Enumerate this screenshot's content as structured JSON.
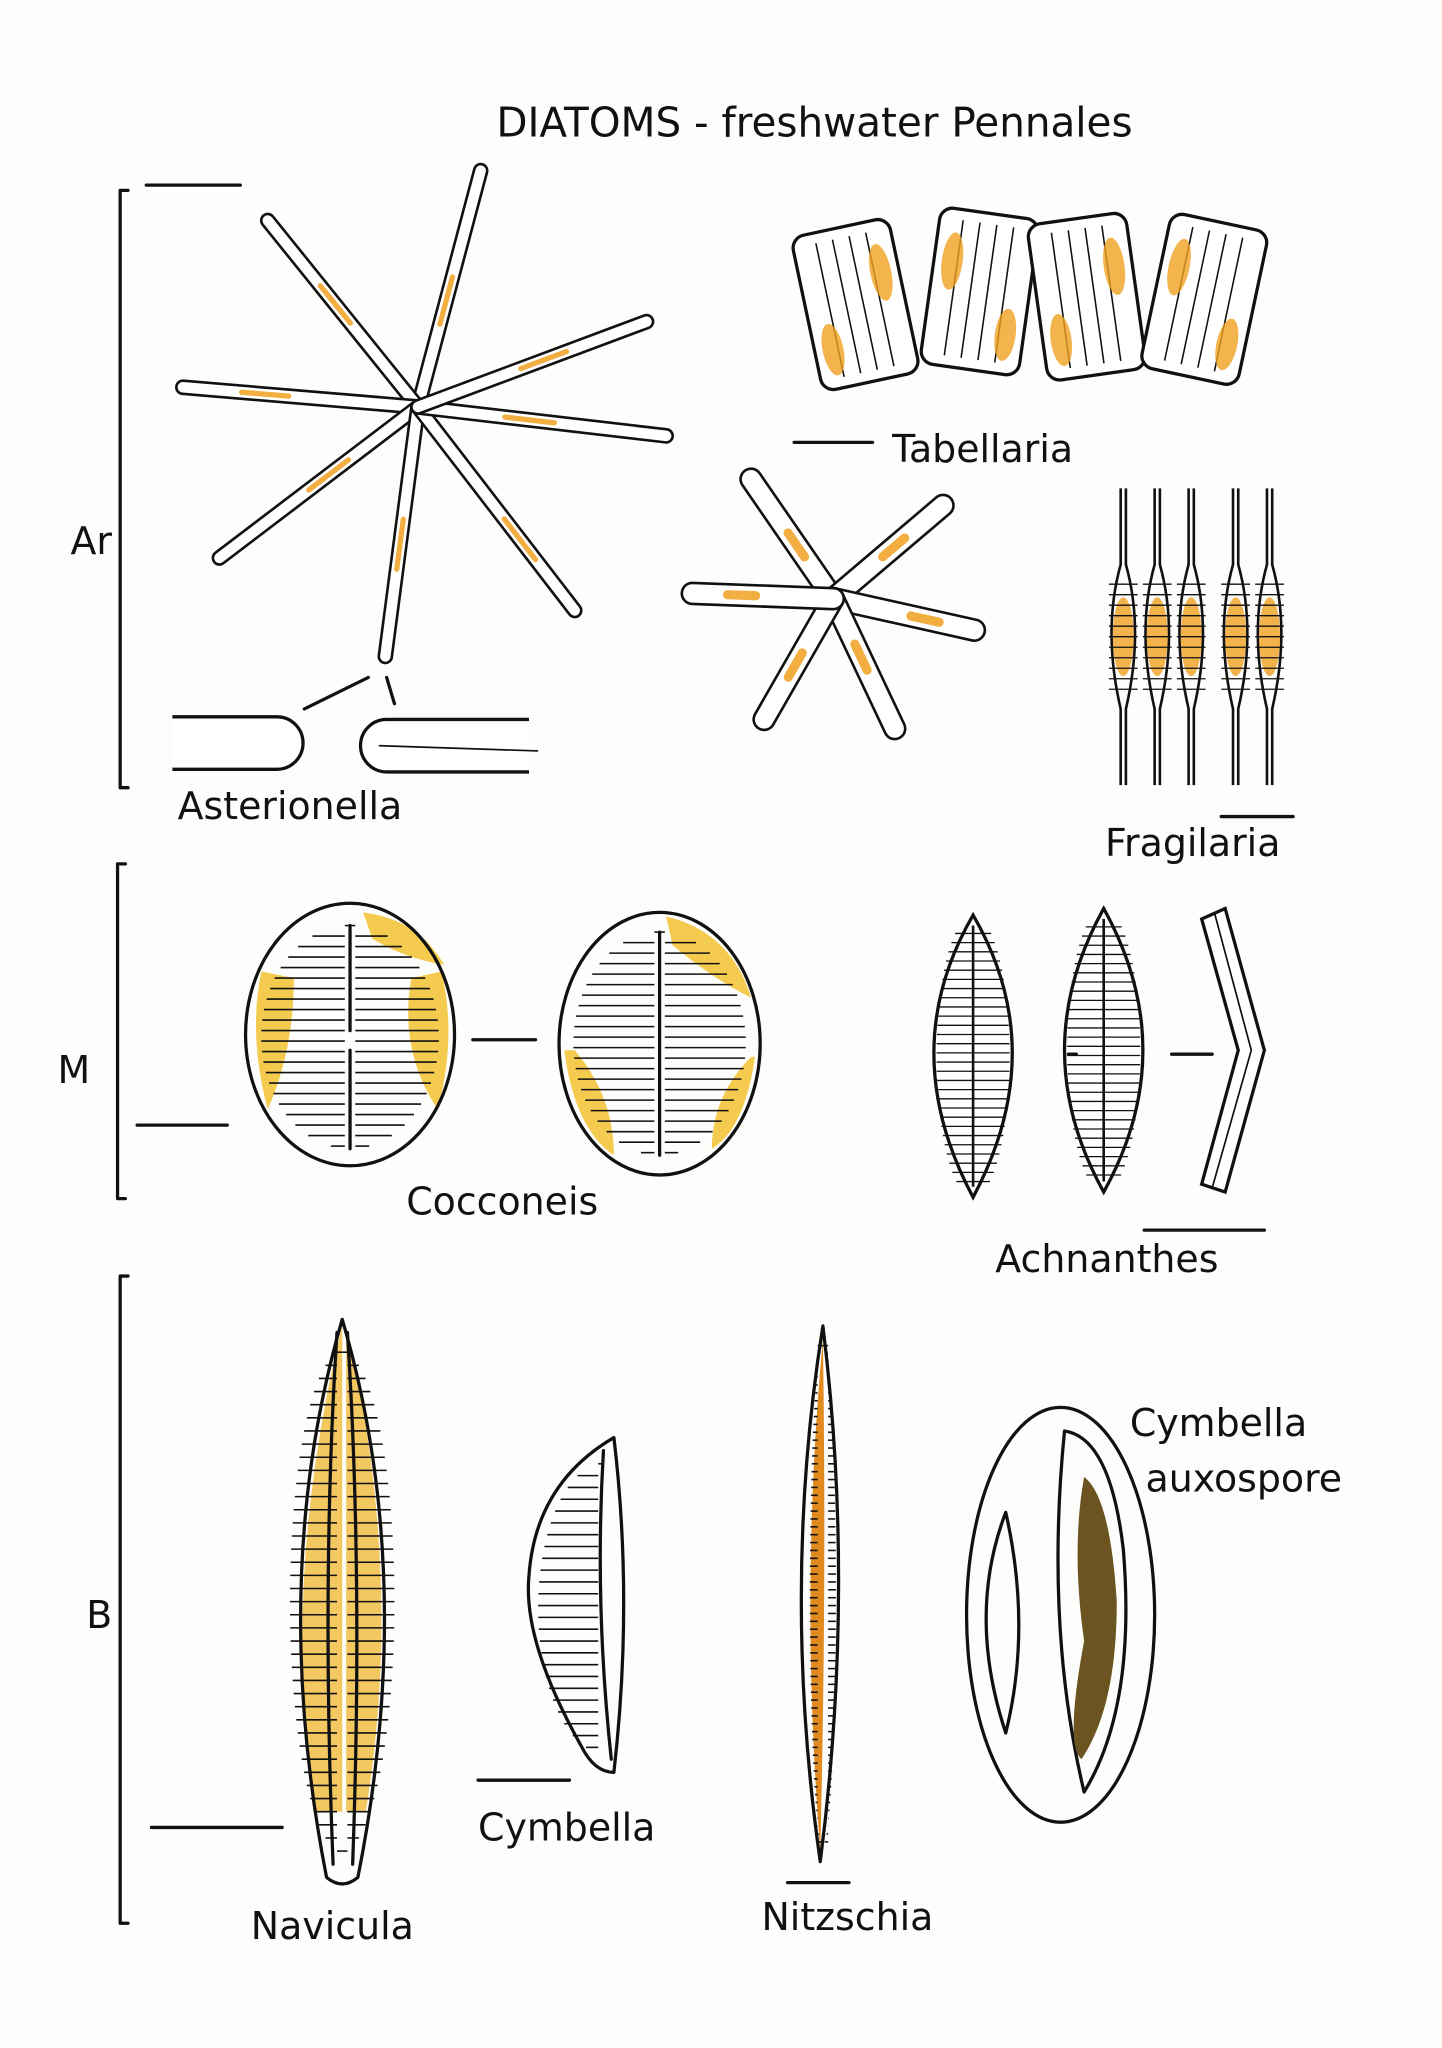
{
  "title": "DIATOMS - freshwater Pennales",
  "groups": {
    "ar": "Ar",
    "m": "M",
    "b": "B"
  },
  "labels": {
    "asterionella": "Asterionella",
    "tabellaria": "Tabellaria",
    "fragilaria": "Fragilaria",
    "cocconeis": "Cocconeis",
    "achnanthes": "Achnanthes",
    "navicula": "Navicula",
    "cymbella": "Cymbella",
    "nitzschia": "Nitzschia",
    "auxospore_line1": "Cymbella",
    "auxospore_line2": "auxospore"
  },
  "colors": {
    "orange": "#f0a020",
    "yellow": "#f2c230",
    "brown": "#6b5420",
    "red": "#d9531e"
  }
}
